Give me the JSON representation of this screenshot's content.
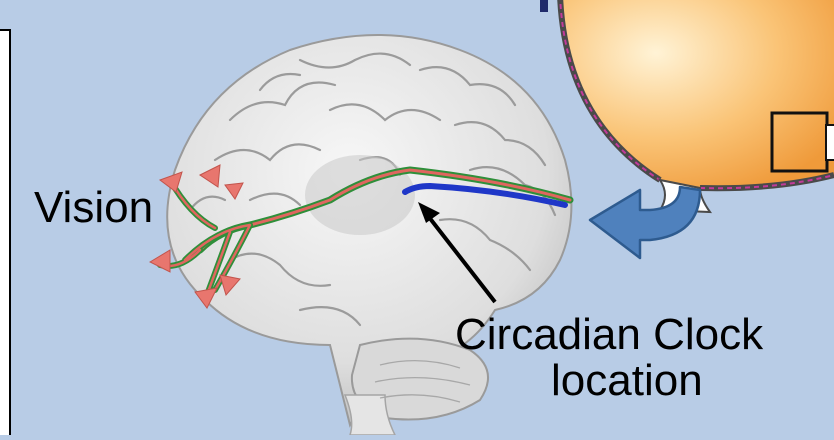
{
  "labels": {
    "vision": "Vision",
    "circadian_clock_line1": "Circadian Clock",
    "circadian_clock_line2": "location"
  },
  "colors": {
    "background": "#b8cce6",
    "optic_pathway_red": "#e0665f",
    "pathway_green": "#2f8f3a",
    "retinohypothalamic_blue": "#1f37c8",
    "curved_arrow_blue": "#4f81bd",
    "eye_fill": "#f6b85a"
  },
  "icons": [
    "brain-illustration",
    "eye-cross-section",
    "curved-arrow-icon",
    "pointer-arrow-icon"
  ]
}
